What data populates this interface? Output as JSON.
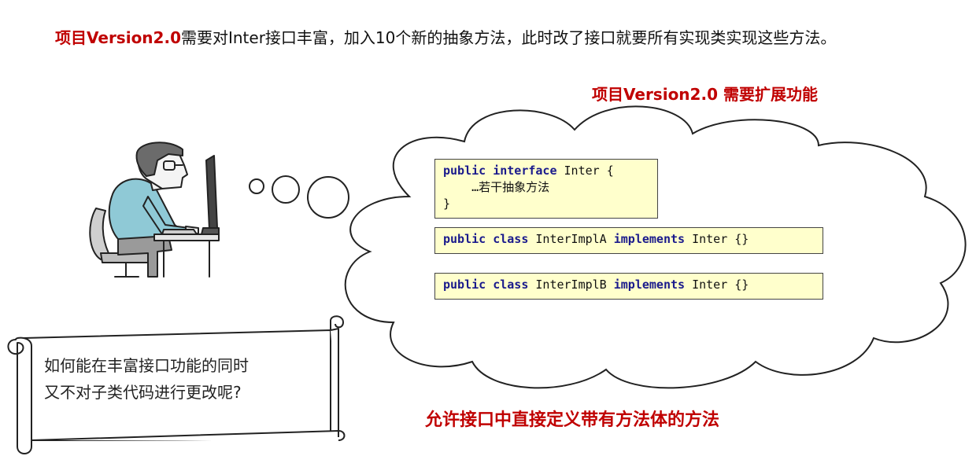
{
  "headline": {
    "highlight": "项目Version2.0",
    "rest": "需要对Inter接口丰富，加入10个新的抽象方法，此时改了接口就要所有实现类实现这些方法。"
  },
  "cloud_title": "项目Version2.0  需要扩展功能",
  "code_interface": {
    "kw1": "public",
    "kw2": "interface",
    "name": " Inter {",
    "body": "    …若干抽象方法",
    "close": "}"
  },
  "code_impl_a": {
    "kw1": "public",
    "kw2": "class",
    "name": " InterImplA ",
    "kw3": "implements",
    "rest": " Inter {}"
  },
  "code_impl_b": {
    "kw1": "public",
    "kw2": "class",
    "name": " InterImplB ",
    "kw3": "implements",
    "rest": " Inter {}"
  },
  "scroll": {
    "line1": "如何能在丰富接口功能的同时",
    "line2": "又不对子类代码进行更改呢?"
  },
  "answer": "允许接口中直接定义带有方法体的方法",
  "colors": {
    "accent_red": "#c00000",
    "code_bg": "#ffffcc",
    "shirt": "#8fc9d6"
  }
}
